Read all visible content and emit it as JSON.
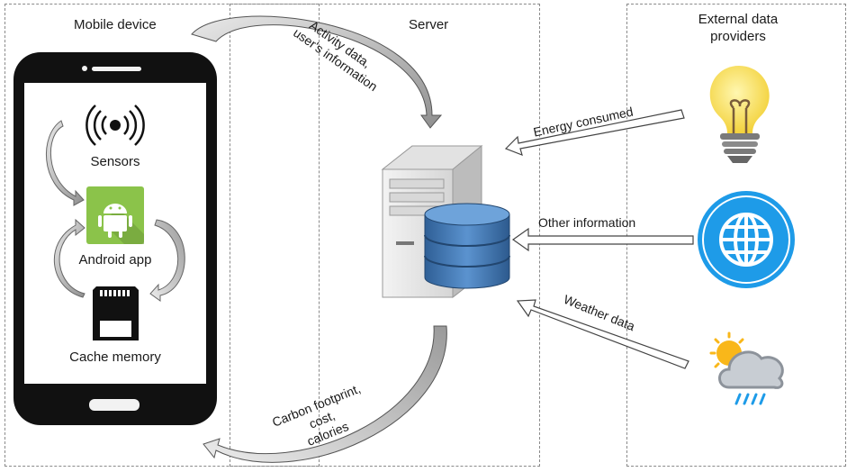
{
  "panels": {
    "mobile": "Mobile device",
    "server": "Server",
    "external_line1": "External data",
    "external_line2": "providers"
  },
  "phone": {
    "sensors": "Sensors",
    "android_app": "Android app",
    "cache_memory": "Cache memory"
  },
  "flows": {
    "upload_line1": "Activity data,",
    "upload_line2": "user's information",
    "energy": "Energy consumed",
    "other": "Other information",
    "weather": "Weather data",
    "download_line1": "Carbon footprint,",
    "download_line2": "cost,",
    "download_line3": "calories"
  },
  "icons": {
    "sensor": "wireless-signal-icon",
    "android": "android-icon",
    "sd_card": "sd-card-icon",
    "server": "server-tower-icon",
    "database": "database-icon",
    "bulb": "light-bulb-icon",
    "globe": "globe-icon",
    "weather": "weather-icon"
  },
  "colors": {
    "android_green": "#8bc34a",
    "globe_blue": "#1e9be8",
    "bulb_yellow": "#fbe35a",
    "db_blue": "#3f78b5"
  }
}
